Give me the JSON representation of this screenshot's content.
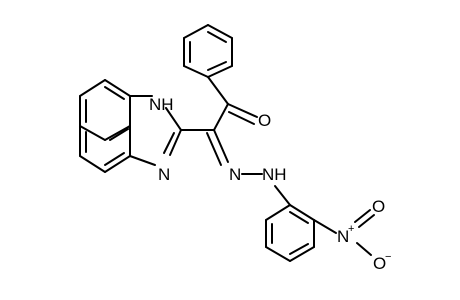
{
  "molecule": {
    "atom_labels": {
      "nh_ring": "NH",
      "n_ring": "N",
      "o_carbonyl": "O",
      "n_azo": "N",
      "nh_hydrazone": "NH",
      "n_nitro": "N",
      "nitro_n_charge": "+",
      "o_nitro_top": "O",
      "o_nitro_bottom": "O",
      "nitro_o_charge": "−"
    }
  }
}
